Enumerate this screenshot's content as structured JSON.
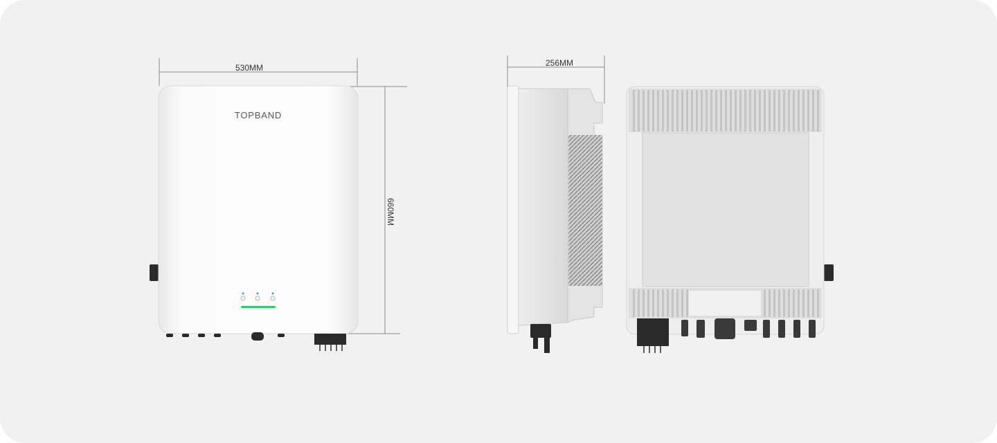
{
  "dimensions": {
    "width": "530MM",
    "height": "660MM",
    "depth": "256MM"
  },
  "brand": "TOPBAND",
  "colors": {
    "background": "#f1f1f1",
    "indicator": "#2ecf6a",
    "body": "#fafafa",
    "connector": "#2a2a2a"
  }
}
